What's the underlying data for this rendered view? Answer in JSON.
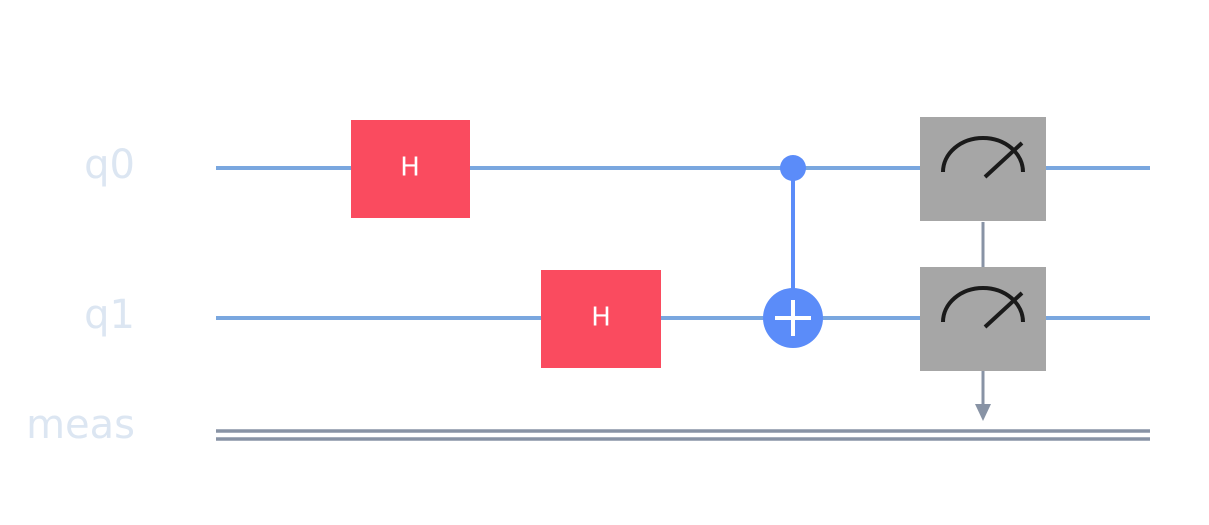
{
  "circuit": {
    "wires": {
      "q0": {
        "label": "q0"
      },
      "q1": {
        "label": "q1"
      },
      "meas": {
        "label": "meas"
      }
    },
    "gates": {
      "h_q0": {
        "label": "H",
        "target": "q0"
      },
      "h_q1": {
        "label": "H",
        "target": "q1"
      },
      "cx": {
        "control": "q0",
        "target": "q1"
      },
      "measure_q0": {
        "qubit": "q0"
      },
      "measure_q1": {
        "qubit": "q1"
      }
    }
  },
  "colors": {
    "background": "#ffffff",
    "label": "#dce6f2",
    "qubit_wire": "#7aa7df",
    "classical_wire": "#8893a5",
    "h_gate": "#fa4b5f",
    "h_gate_text": "#ffffff",
    "cnot": "#5b8cf9",
    "measure_box": "#a6a6a6",
    "measure_symbol": "#1a1a1a",
    "measure_link": "#8893a5"
  },
  "icons": {
    "measure": "meter-icon",
    "cnot_target": "xor-plus-icon",
    "cnot_control": "control-dot-icon"
  }
}
